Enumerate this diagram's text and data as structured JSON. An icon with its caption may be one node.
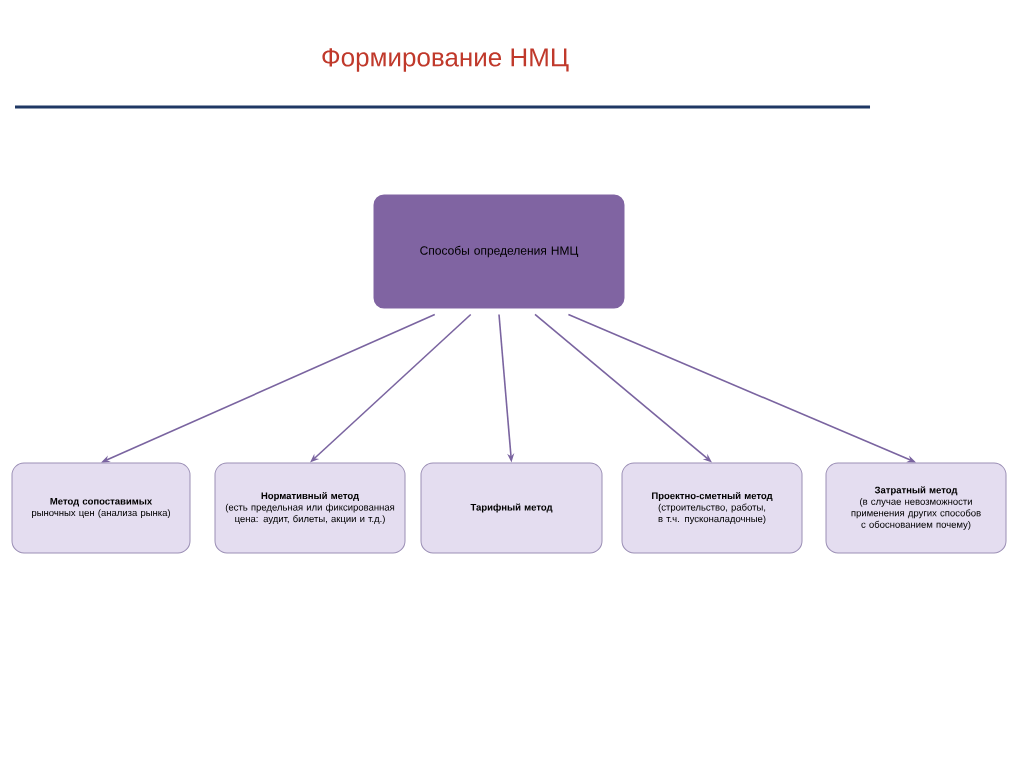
{
  "diagram": {
    "title": "Формирование НМЦ",
    "nodes": [
      {
        "text": [
          "Способы определения НМЦ"
        ]
      },
      {
        "text": [
          "Метод сопоставимых",
          "рыночных цен (анализа рынка)"
        ]
      },
      {
        "text": [
          "Нормативный метод",
          "(есть предельная или фиксированная цена: аудит, билеты, акции и т.д.)"
        ]
      },
      {
        "text": [
          "Тарифный метод"
        ]
      },
      {
        "text": [
          "Проектно-сметный метод",
          "(строительство, работы, в т.ч. пусконаладочные)"
        ]
      },
      {
        "text": [
          "Затратный метод",
          "(в случае невозможности применения других способов с обоснованием почему)"
        ]
      }
    ],
    "edges": [
      {
        "from": 0,
        "to": 1,
        "arrow": "to"
      },
      {
        "from": 0,
        "to": 2,
        "arrow": "to"
      },
      {
        "from": 0,
        "to": 3,
        "arrow": "to"
      },
      {
        "from": 0,
        "to": 4,
        "arrow": "to"
      },
      {
        "from": 0,
        "to": 5,
        "arrow": "to"
      }
    ]
  }
}
